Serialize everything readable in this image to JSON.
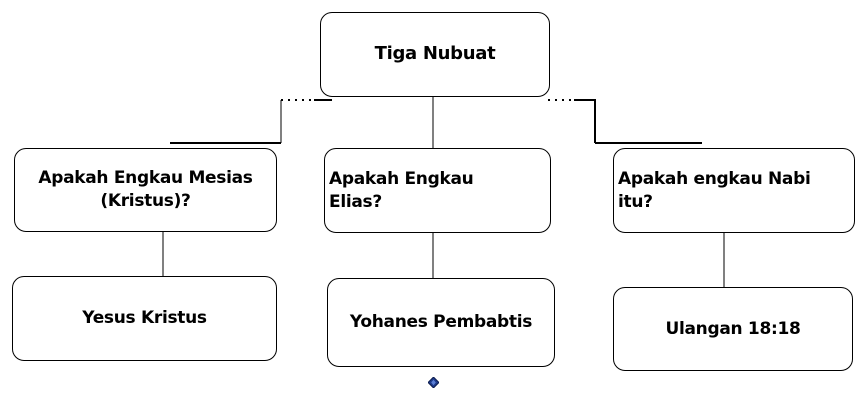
{
  "root": {
    "label": "Tiga Nubuat"
  },
  "questions": [
    {
      "label": "Apakah Engkau Mesias (Kristus)?"
    },
    {
      "label": "Apakah Engkau Elias?"
    },
    {
      "label": "Apakah engkau Nabi itu?"
    }
  ],
  "answers": [
    {
      "label": "Yesus Kristus"
    },
    {
      "label": "Yohanes Pembabtis"
    },
    {
      "label": "Ulangan 18:18"
    }
  ],
  "colors": {
    "line": "#000000",
    "marker_fill": "#1e3a8a",
    "marker_border": "#0a1a4a"
  },
  "icons": {
    "marker": "diamond-icon"
  }
}
